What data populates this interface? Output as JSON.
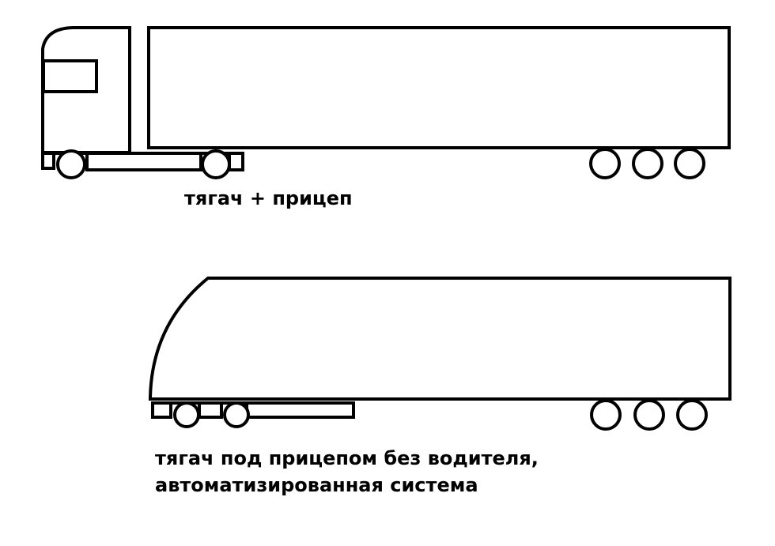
{
  "captions": {
    "top": "тягач + прицеп",
    "bottom_line1": "тягач под прицепом без водителя,",
    "bottom_line2": "автоматизированная система"
  },
  "colors": {
    "stroke": "#000000",
    "background": "#ffffff"
  }
}
